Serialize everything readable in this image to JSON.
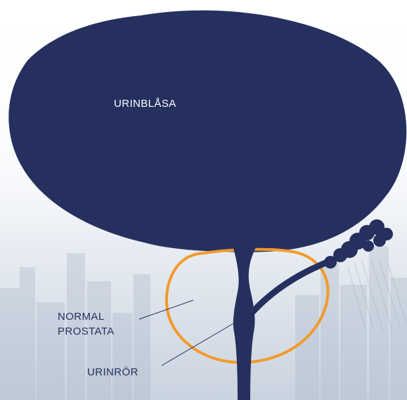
{
  "labels": {
    "bladder": "URINBLÅSA",
    "prostata_line1": "NORMAL",
    "prostata_line2": "PROSTATA",
    "urethra": "URINRÖR"
  },
  "colors": {
    "organ": "#25305f",
    "prostata_outline": "#f39a2b",
    "bladder_text": "#ffffff",
    "label_text": "#25305f",
    "leader_line": "#25305f",
    "background_top": "#ffffff",
    "background_bottom": "#c9d3df"
  }
}
